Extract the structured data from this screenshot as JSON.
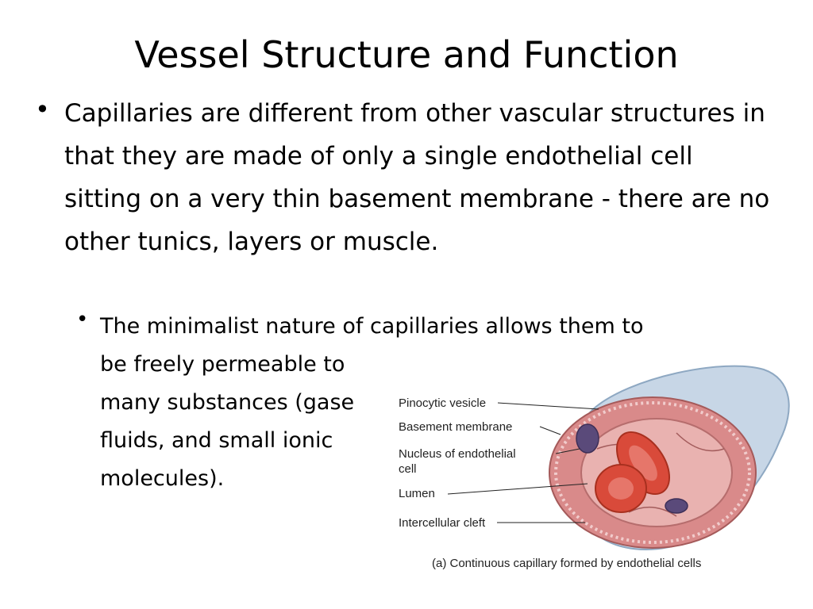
{
  "slide": {
    "title": "Vessel Structure and Function",
    "bullet1": "Capillaries are different from other vascular structures in that they are made of only a single endothelial cell sitting on a very thin basement membrane - there are no other tunics, layers or muscle.",
    "bullet2_lines": [
      "The minimalist nature of capillaries allows them to",
      "be freely permeable to",
      "many substances (gase",
      "fluids, and small ionic",
      "molecules)."
    ]
  },
  "figure": {
    "labels": {
      "pinocytic_vesicle": "Pinocytic vesicle",
      "basement_membrane": "Basement membrane",
      "nucleus_line1": "Nucleus of endothelial",
      "nucleus_line2": "cell",
      "lumen": "Lumen",
      "intercellular_cleft": "Intercellular cleft"
    },
    "caption": "(a) Continuous capillary formed by endothelial cells",
    "colors": {
      "tissue": "#d98a8a",
      "outer_blue": "#b9cde0",
      "rbc": "#d94a3a",
      "nucleus": "#5a4a7a"
    }
  }
}
